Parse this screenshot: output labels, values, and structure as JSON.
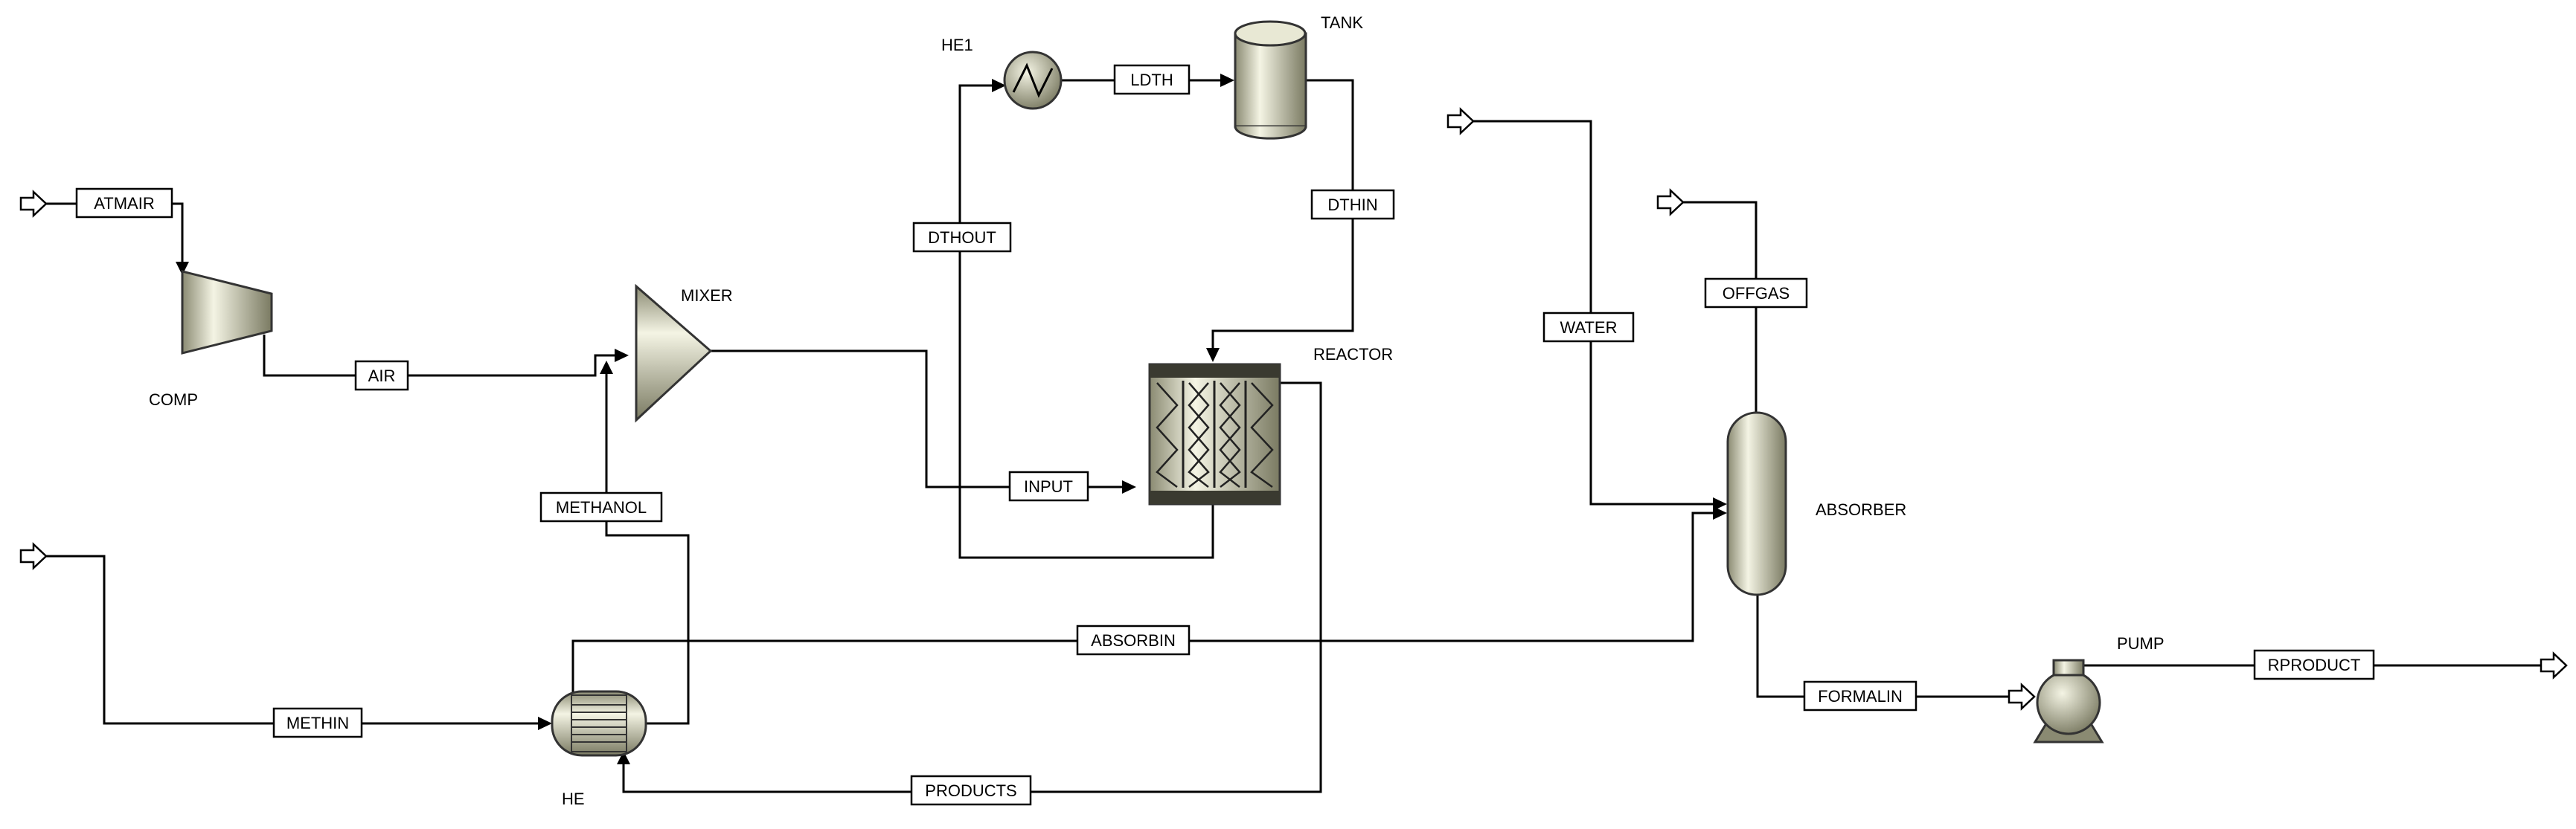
{
  "blocks": {
    "he1": "HE1",
    "tank": "TANK",
    "mixer": "MIXER",
    "reactor": "REACTOR",
    "comp": "COMP",
    "he": "HE",
    "absorber": "ABSORBER",
    "pump": "PUMP"
  },
  "streams": {
    "atmair": "ATMAIR",
    "air": "AIR",
    "methanol": "METHANOL",
    "input": "INPUT",
    "dthout": "DTHOUT",
    "ldth": "LDTH",
    "dthin": "DTHIN",
    "water": "WATER",
    "offgas": "OFFGAS",
    "absorbin": "ABSORBIN",
    "methin": "METHIN",
    "products": "PRODUCTS",
    "formalin": "FORMALIN",
    "rproduct": "RPRODUCT"
  },
  "colors": {
    "equipment_light": "#efefdc",
    "equipment_mid": "#c9c9ad",
    "equipment_dark": "#8a8a72",
    "lines": "#000000"
  }
}
